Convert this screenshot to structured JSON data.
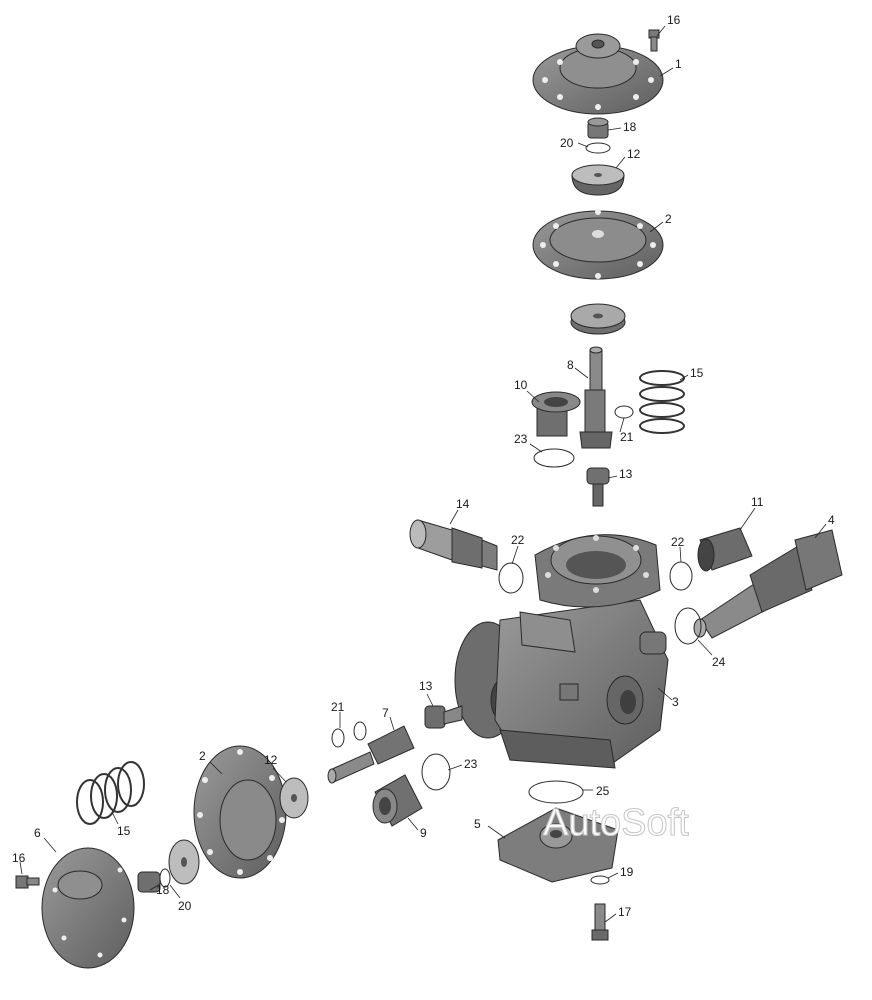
{
  "watermark": "AutoSoft",
  "callouts": {
    "c16a": "16",
    "c1": "1",
    "c18a": "18",
    "c20a": "20",
    "c12a": "12",
    "c2a": "2",
    "c8": "8",
    "c15a": "15",
    "c10": "10",
    "c21a": "21",
    "c23a": "23",
    "c13a": "13",
    "c14": "14",
    "c22a": "22",
    "c11": "11",
    "c4": "4",
    "c22b": "22",
    "c24": "24",
    "c3": "3",
    "c13b": "13",
    "c21b": "21",
    "c7": "7",
    "c2b": "2",
    "c12b": "12",
    "c23b": "23",
    "c25": "25",
    "c5": "5",
    "c9": "9",
    "c15b": "15",
    "c6": "6",
    "c16b": "16",
    "c18b": "18",
    "c20b": "20",
    "c19": "19",
    "c17": "17"
  },
  "colors": {
    "part_dark": "#6b6b6b",
    "part_mid": "#8c8c8c",
    "part_light": "#b4b4b4",
    "line": "#222222"
  }
}
